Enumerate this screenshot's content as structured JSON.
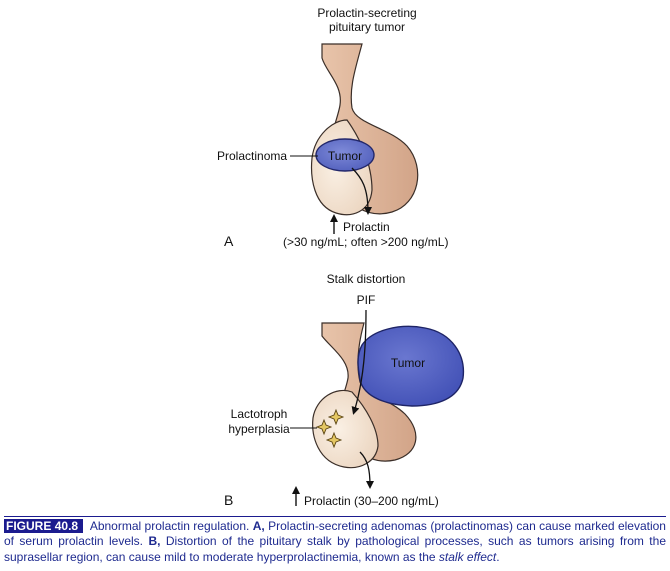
{
  "panel_a": {
    "title_line1": "Prolactin-secreting",
    "title_line2": "pituitary tumor",
    "prolactinoma_label": "Prolactinoma",
    "tumor_label": "Tumor",
    "prolactin_label": "Prolactin",
    "prolactin_range": "(>30 ng/mL; often >200 ng/mL)",
    "panel_letter": "A"
  },
  "panel_b": {
    "title": "Stalk distortion",
    "pif_label": "PIF",
    "tumor_label": "Tumor",
    "lactotroph_line1": "Lactotroph",
    "lactotroph_line2": "hyperplasia",
    "prolactin_label": "Prolactin (30–200 ng/mL)",
    "panel_letter": "B"
  },
  "caption": {
    "figure_label": "FIGURE 40.8",
    "text_1": "Abnormal prolactin regulation.",
    "marker_a": "A,",
    "text_2": "Prolactin-secreting adenomas (prolactinomas) can cause marked elevation of serum prolactin levels.",
    "marker_b": "B,",
    "text_3": "Distortion of the pituitary stalk by pathological processes, such as tumors arising from the suprasellar region, can cause mild to moderate hyperprolactinemia, known as the",
    "text_italic": "stalk effect",
    "text_end": "."
  },
  "colors": {
    "posterior_lobe": "#dfb59a",
    "anterior_lobe": "#f2e1cf",
    "tumor_fill": "#5b69c6",
    "caption_accent": "#1b1b8f"
  }
}
